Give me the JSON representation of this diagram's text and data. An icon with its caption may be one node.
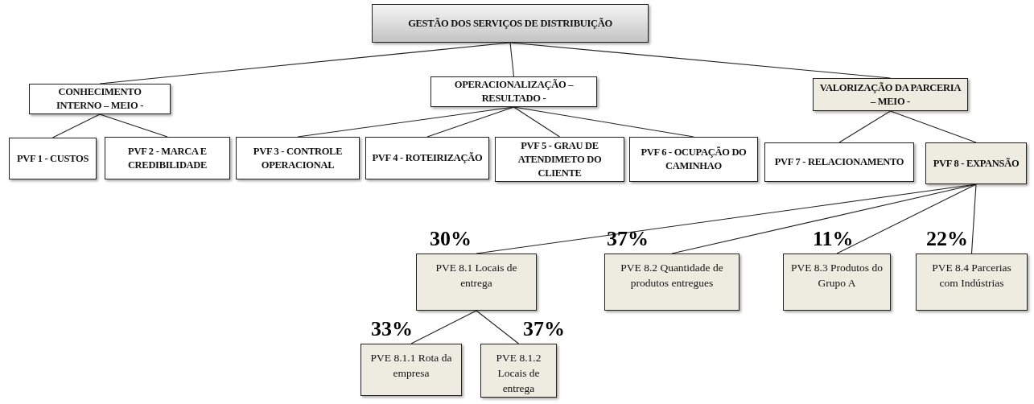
{
  "diagram": {
    "nodes": [
      {
        "text": [
          "GESTÃO DOS SERVIÇOS DE DISTRIBUIÇÃO"
        ]
      },
      {
        "text": [
          "CONHECIMENTO INTERNO – MEIO -"
        ]
      },
      {
        "text": [
          "OPERACIONALIZAÇÃO – RESULTADO -"
        ]
      },
      {
        "text": [
          "VALORIZAÇÃO DA PARCERIA – MEIO -"
        ]
      },
      {
        "text": [
          "PVF 1 - CUSTOS"
        ]
      },
      {
        "text": [
          "PVF 2 - MARCA E CREDIBILIDADE"
        ]
      },
      {
        "text": [
          "PVF 3 - CONTROLE OPERACIONAL"
        ]
      },
      {
        "text": [
          "PVF 4 - ROTEIRIZAÇÃO"
        ]
      },
      {
        "text": [
          "PVF 5 - GRAU DE ATENDIMETO DO CLIENTE"
        ]
      },
      {
        "text": [
          "PVF 6 - OCUPAÇÃO DO CAMINHAO"
        ]
      },
      {
        "text": [
          "PVF 7 - RELACIONAMENTO"
        ]
      },
      {
        "text": [
          "PVF 8 - EXPANSÃO"
        ]
      },
      {
        "text": [
          "PVE 8.1 Locais de entrega"
        ],
        "beside": [
          "30%"
        ]
      },
      {
        "text": [
          "PVE 8.2 Quantidade de produtos entregues"
        ],
        "beside": [
          "37%"
        ]
      },
      {
        "text": [
          "PVE 8.3 Produtos do Grupo A"
        ],
        "beside": [
          "11%"
        ]
      },
      {
        "text": [
          "PVE 8.4 Parcerias com Indústrias"
        ],
        "beside": [
          "22%"
        ]
      },
      {
        "text": [
          "PVE 8.1.1 Rota da empresa"
        ],
        "beside": [
          "33%"
        ]
      },
      {
        "text": [
          "PVE 8.1.2 Locais de entrega"
        ],
        "beside": [
          "37%"
        ]
      }
    ],
    "edges": [
      {
        "from": 0,
        "to": 1,
        "arrow": "none"
      },
      {
        "from": 0,
        "to": 2,
        "arrow": "none"
      },
      {
        "from": 0,
        "to": 3,
        "arrow": "none"
      },
      {
        "from": 1,
        "to": 4,
        "arrow": "none"
      },
      {
        "from": 1,
        "to": 5,
        "arrow": "none"
      },
      {
        "from": 2,
        "to": 6,
        "arrow": "none"
      },
      {
        "from": 2,
        "to": 7,
        "arrow": "none"
      },
      {
        "from": 2,
        "to": 8,
        "arrow": "none"
      },
      {
        "from": 2,
        "to": 9,
        "arrow": "none"
      },
      {
        "from": 3,
        "to": 10,
        "arrow": "none"
      },
      {
        "from": 3,
        "to": 11,
        "arrow": "none"
      },
      {
        "from": 11,
        "to": 12,
        "arrow": "none"
      },
      {
        "from": 11,
        "to": 13,
        "arrow": "none"
      },
      {
        "from": 11,
        "to": 14,
        "arrow": "none"
      },
      {
        "from": 11,
        "to": 15,
        "arrow": "none"
      },
      {
        "from": 12,
        "to": 16,
        "arrow": "none"
      },
      {
        "from": 12,
        "to": 17,
        "arrow": "none"
      }
    ]
  }
}
